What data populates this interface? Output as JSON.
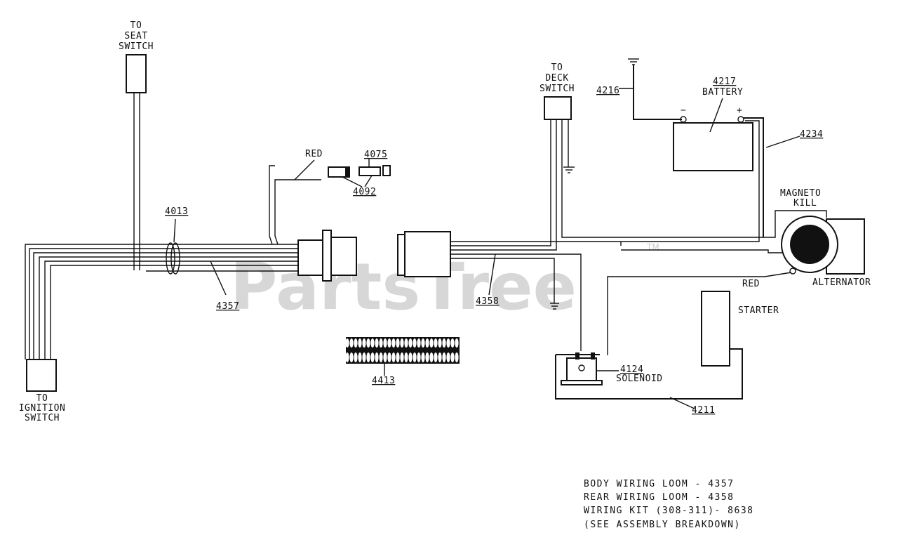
{
  "watermark": {
    "text": "PartsTree",
    "tm": "TM"
  },
  "labels": {
    "seat_switch": [
      "TO",
      "SEAT",
      "SWITCH"
    ],
    "ignition_switch": [
      "TO",
      "IGNITION",
      "SWITCH"
    ],
    "deck_switch": [
      "TO",
      "DECK",
      "SWITCH"
    ],
    "battery_part": "4217",
    "battery": "BATTERY",
    "ground_part": "4216",
    "cable_part": "4234",
    "magneto_kill": [
      "MAGNETO",
      "KILL"
    ],
    "alternator": "ALTERNATOR",
    "red_right": "RED",
    "starter": "STARTER",
    "solenoid_part": "4124",
    "solenoid": "SOLENOID",
    "cable_4211": "4211",
    "red_top": "RED",
    "part_4075": "4075",
    "part_4092": "4092",
    "part_4013": "4013",
    "part_4357": "4357",
    "part_4358": "4358",
    "part_4413": "4413",
    "battery_minus": "−",
    "battery_plus": "+"
  },
  "notes": [
    "BODY WIRING LOOM - 4357",
    "REAR WIRING LOOM - 4358",
    "WIRING KIT (308-311)- 8638",
    "(SEE ASSEMBLY BREAKDOWN)"
  ]
}
